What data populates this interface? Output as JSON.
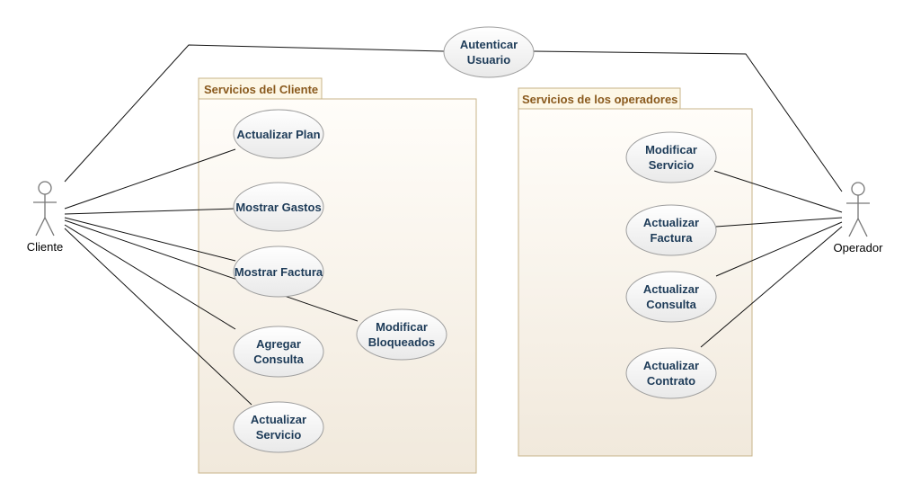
{
  "actors": {
    "cliente": "Cliente",
    "operador": "Operador"
  },
  "packages": {
    "cliente": {
      "title": "Servicios del Cliente"
    },
    "operadores": {
      "title": "Servicios de los operadores"
    }
  },
  "use_cases": {
    "autenticar": [
      "Autenticar",
      "Usuario"
    ],
    "actualizar_plan": [
      "Actualizar Plan"
    ],
    "mostrar_gastos": [
      "Mostrar Gastos"
    ],
    "mostrar_factura": [
      "Mostrar Factura"
    ],
    "modificar_bloqueados": [
      "Modificar",
      "Bloqueados"
    ],
    "agregar_consulta": [
      "Agregar",
      "Consulta"
    ],
    "actualizar_servicio": [
      "Actualizar",
      "Servicio"
    ],
    "modificar_servicio": [
      "Modificar",
      "Servicio"
    ],
    "actualizar_factura": [
      "Actualizar",
      "Factura"
    ],
    "actualizar_consulta": [
      "Actualizar",
      "Consulta"
    ],
    "actualizar_contrato": [
      "Actualizar",
      "Contrato"
    ]
  },
  "colors": {
    "package_border": "#c8b48a",
    "package_title": "#8a5a1e",
    "use_case_text": "#1d3b58",
    "use_case_border": "#9e9e9e"
  }
}
